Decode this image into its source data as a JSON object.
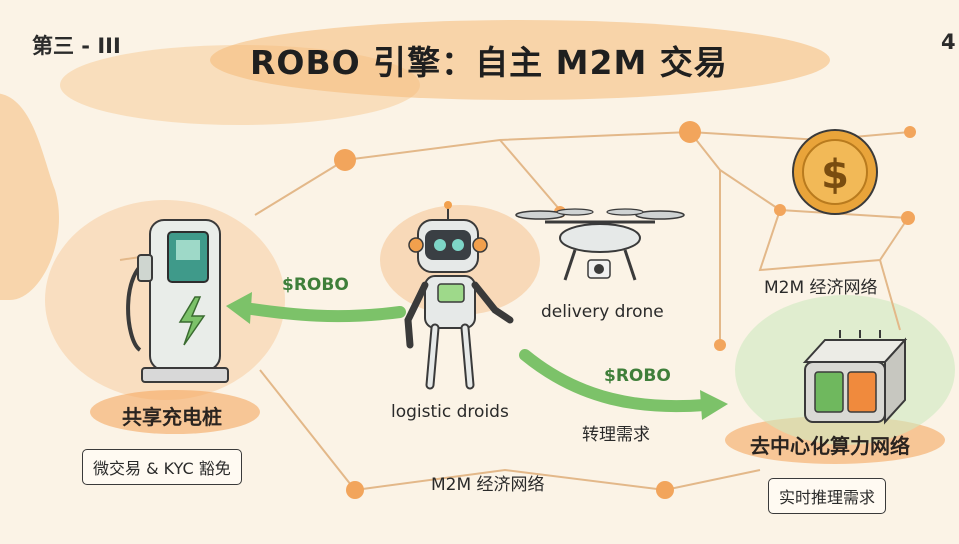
{
  "slide_label": "第三 - III",
  "page_number": "4",
  "title": "ROBO 引擎：自主 M2M 交易",
  "nodes": {
    "charging_station": {
      "label": "共享充电桩",
      "sub_label": "微交易 & KYC 豁免"
    },
    "robot": {
      "label": "logistic droids"
    },
    "drone": {
      "label": "delivery drone"
    },
    "coin_network": {
      "label": "M2M 经济网络"
    },
    "compute_network": {
      "label": "去中心化算力网络",
      "sub_label": "实时推理需求"
    }
  },
  "edges": {
    "to_charging": {
      "label": "$ROBO"
    },
    "to_compute": {
      "label": "$ROBO",
      "caption": "转理需求"
    }
  },
  "bottom_network_label": "M2M 经济网络",
  "icons": {
    "coin": "dollar-coin-icon",
    "bolt": "lightning-bolt-icon",
    "chip": "gpu-chip-icon"
  },
  "colors": {
    "orange": "#f3a65c",
    "green_arrow": "#7cc269",
    "coin_gold": "#e9a43a",
    "network_line": "#e0b080"
  }
}
